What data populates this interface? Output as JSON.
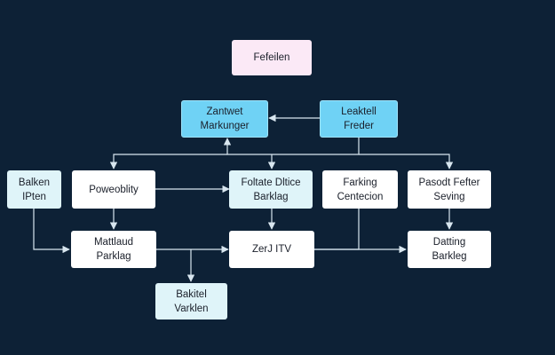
{
  "diagram": {
    "nodes": [
      {
        "id": "fefeilen",
        "lines": [
          "Fefeilen"
        ]
      },
      {
        "id": "zantwet",
        "lines": [
          "Zantwet",
          "Markunger"
        ]
      },
      {
        "id": "leaktell",
        "lines": [
          "Leaktell",
          "Freder"
        ]
      },
      {
        "id": "balken",
        "lines": [
          "Balken",
          "IPten"
        ]
      },
      {
        "id": "poweoblity",
        "lines": [
          "Poweoblity"
        ]
      },
      {
        "id": "foltate",
        "lines": [
          "Foltate Dltice",
          "Barklag"
        ]
      },
      {
        "id": "farking",
        "lines": [
          "Farking",
          "Centecion"
        ]
      },
      {
        "id": "pasodt",
        "lines": [
          "Pasodt Fefter",
          "Seving"
        ]
      },
      {
        "id": "mattlaud",
        "lines": [
          "Mattlaud",
          "Parklag"
        ]
      },
      {
        "id": "zerjitv",
        "lines": [
          "ZerJ ITV"
        ]
      },
      {
        "id": "datting",
        "lines": [
          "Datting",
          "Barkleg"
        ]
      },
      {
        "id": "bakitel",
        "lines": [
          "Bakitel",
          "Varklen"
        ]
      }
    ]
  }
}
